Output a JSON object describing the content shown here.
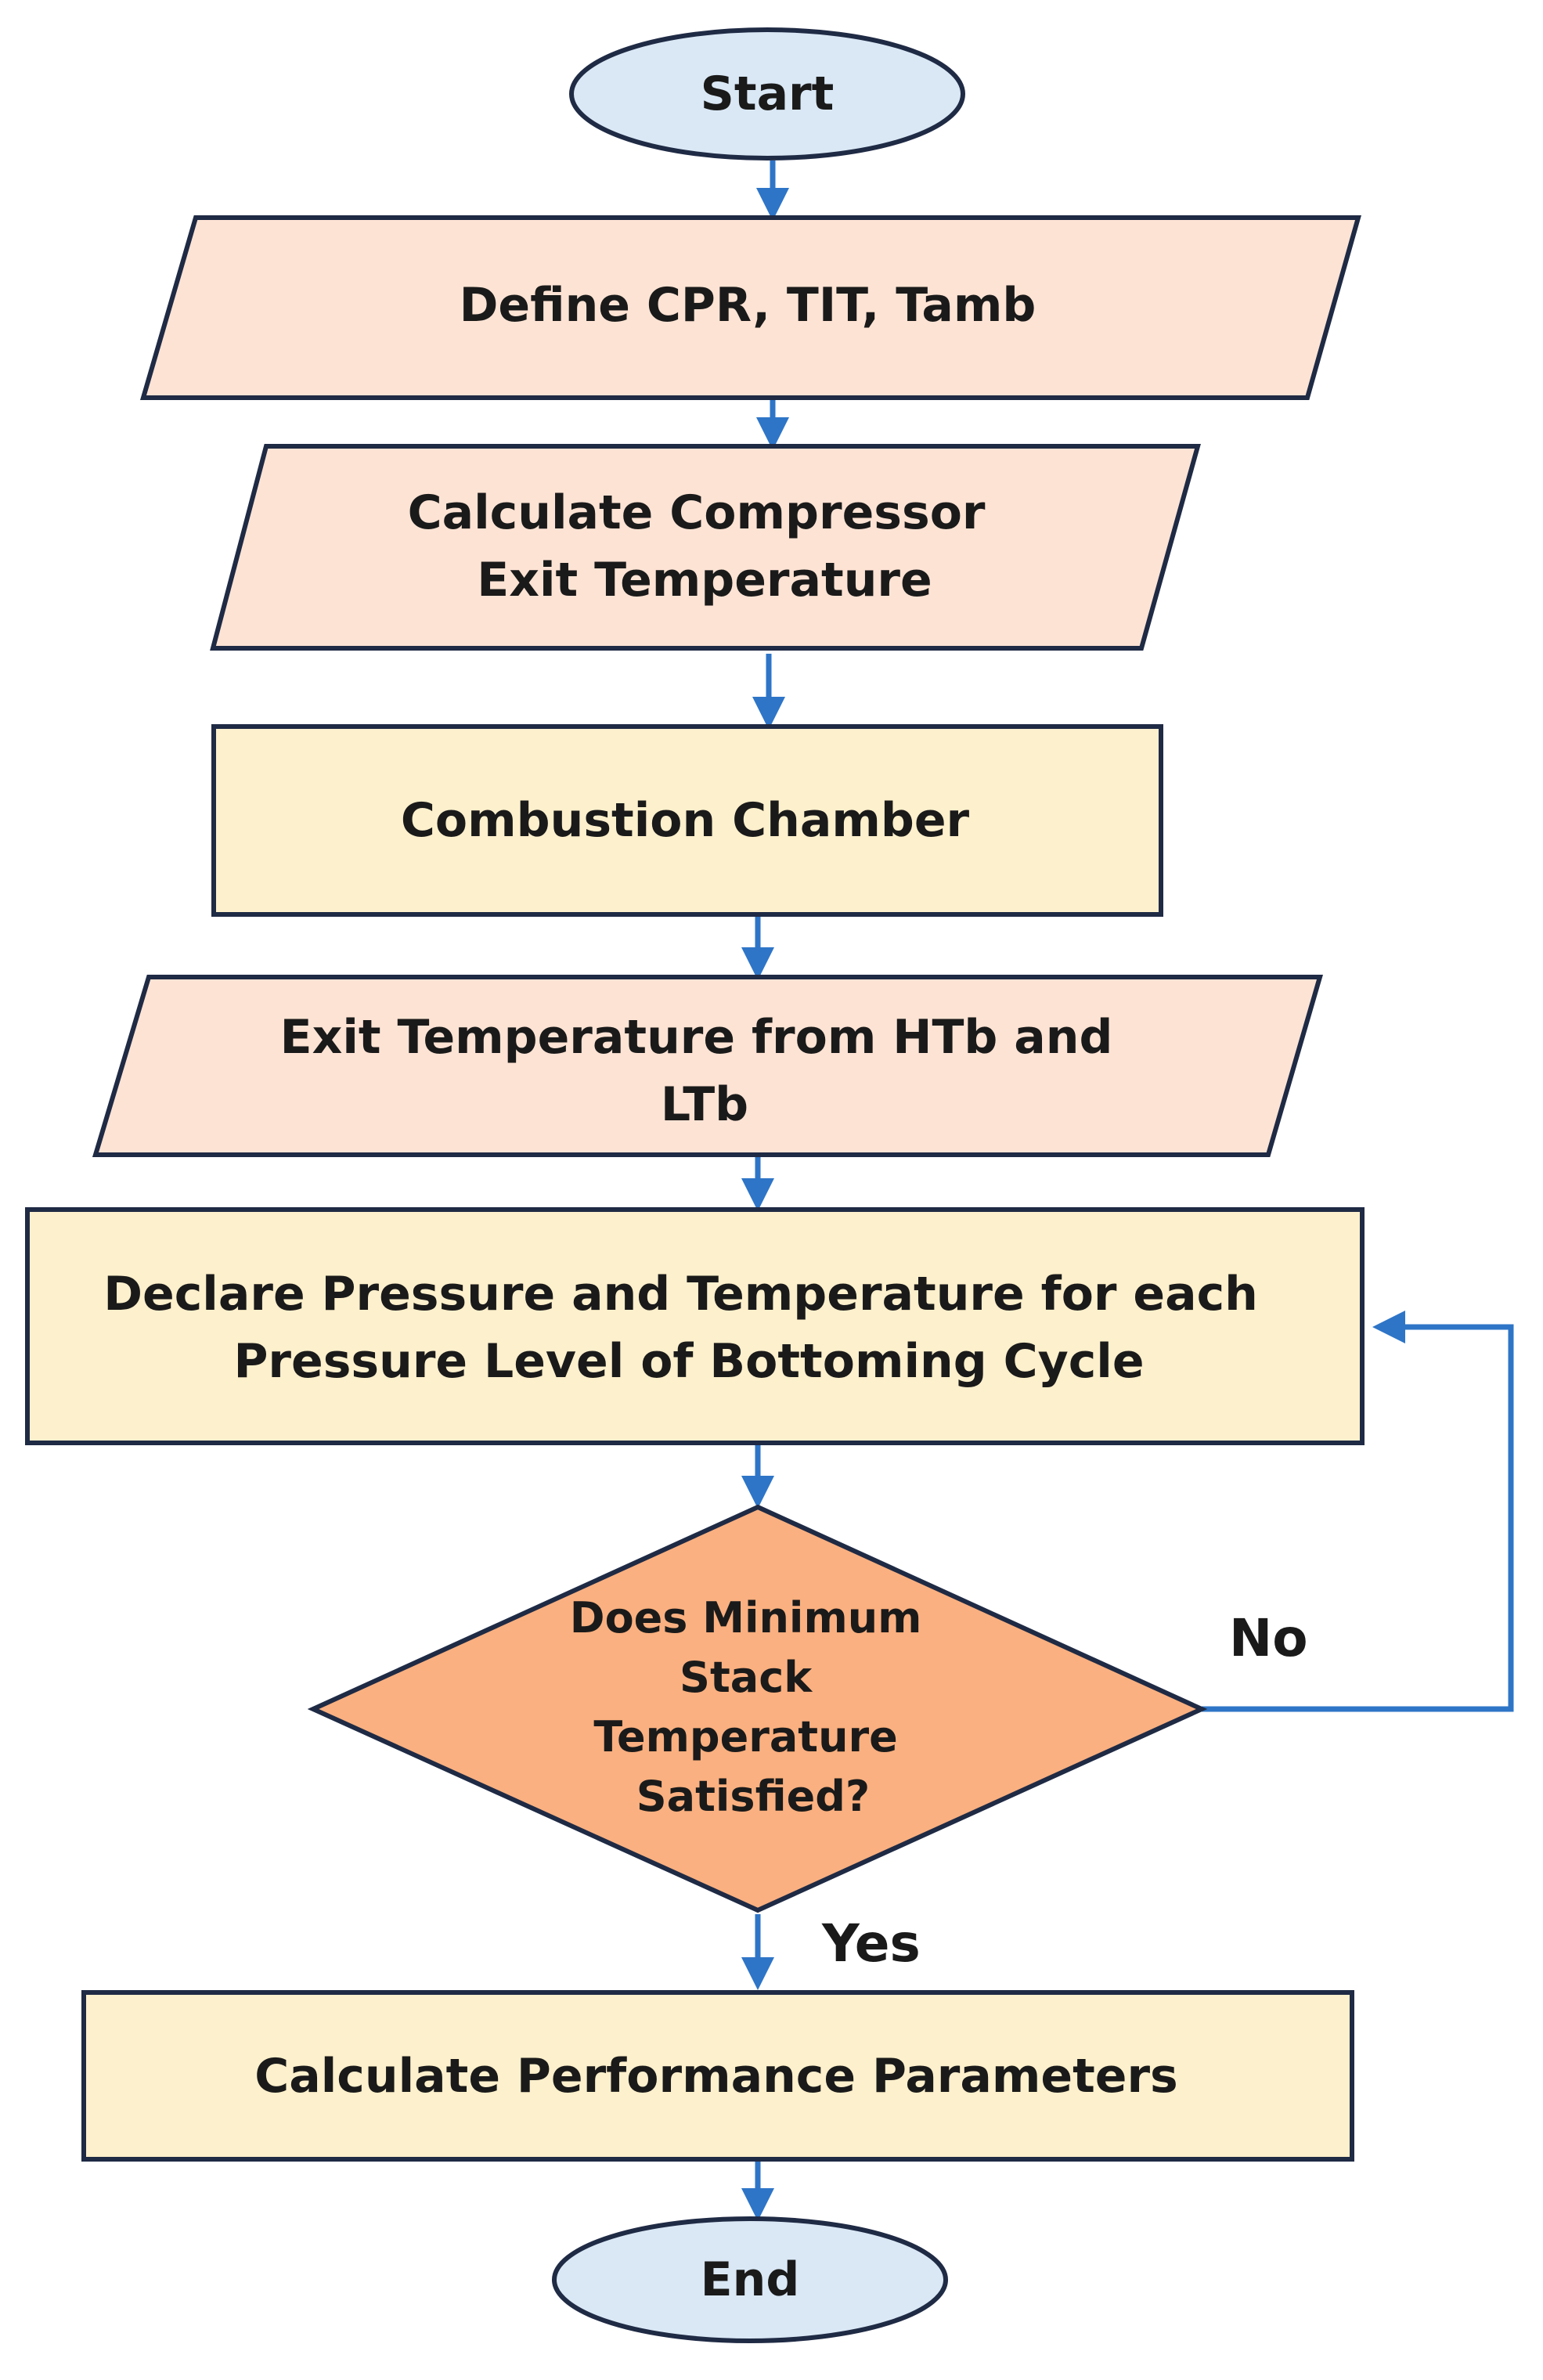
{
  "colors": {
    "terminal_fill": "#dae8f5",
    "io_fill": "#fde3d4",
    "process_fill": "#fdf0cc",
    "decision_fill": "#fab080",
    "stroke": "#1f2a44",
    "arrow": "#2e75c7"
  },
  "nodes": {
    "start": {
      "lines": [
        "Start"
      ]
    },
    "define": {
      "lines": [
        "Define CPR, TIT, Tamb"
      ]
    },
    "compressor": {
      "lines": [
        "Calculate Compressor",
        "Exit Temperature"
      ]
    },
    "combustion": {
      "lines": [
        "Combustion Chamber"
      ]
    },
    "exit_temp": {
      "lines": [
        "Exit Temperature from HTb and",
        "LTb"
      ]
    },
    "declare": {
      "lines": [
        "Declare Pressure and Temperature for each",
        "Pressure Level of Bottoming Cycle"
      ]
    },
    "decision": {
      "lines": [
        "Does Minimum",
        "Stack",
        "Temperature",
        "Satisfied?"
      ]
    },
    "performance": {
      "lines": [
        "Calculate Performance Parameters"
      ]
    },
    "end": {
      "lines": [
        "End"
      ]
    }
  },
  "edges": {
    "no_label": "No",
    "yes_label": "Yes"
  }
}
